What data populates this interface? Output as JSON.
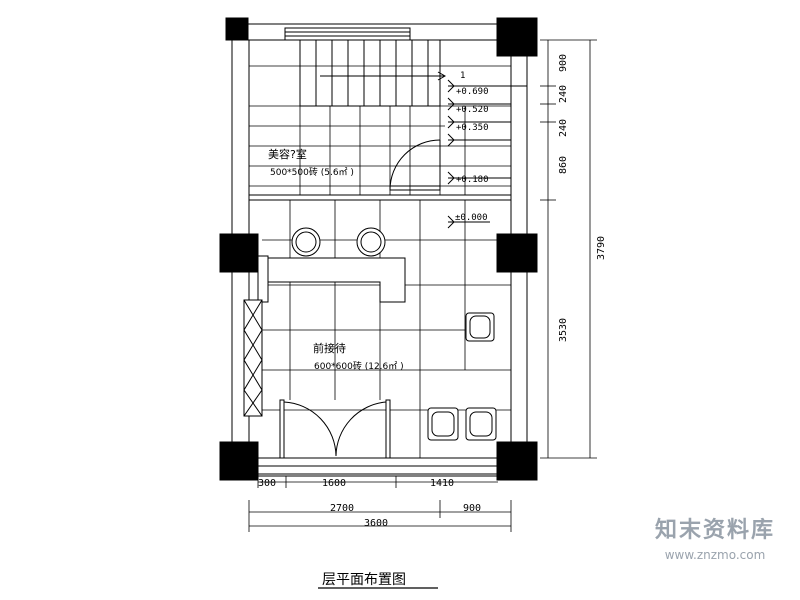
{
  "drawing": {
    "title": "层平面布置图",
    "rooms": [
      {
        "name": "美容?室",
        "spec": "500*500砖 (5.6㎡ )"
      },
      {
        "name": "前接待",
        "spec": "600*600砖 (12.6㎡ )"
      }
    ],
    "levels": [
      "+0.690",
      "+0.520",
      "+0.350",
      "+0.180",
      "±0.000"
    ],
    "dims_right": [
      "900",
      "240",
      "240",
      "860",
      "3530",
      "3790"
    ],
    "dims_bottom_row1": [
      "300",
      "1600",
      "1410"
    ],
    "dims_bottom_row2": [
      "2700",
      "900"
    ],
    "dims_bottom_total": "3600",
    "stair_mark": "1"
  },
  "watermark": {
    "logo": "知末资料库",
    "url": "www.znzmo.com"
  }
}
